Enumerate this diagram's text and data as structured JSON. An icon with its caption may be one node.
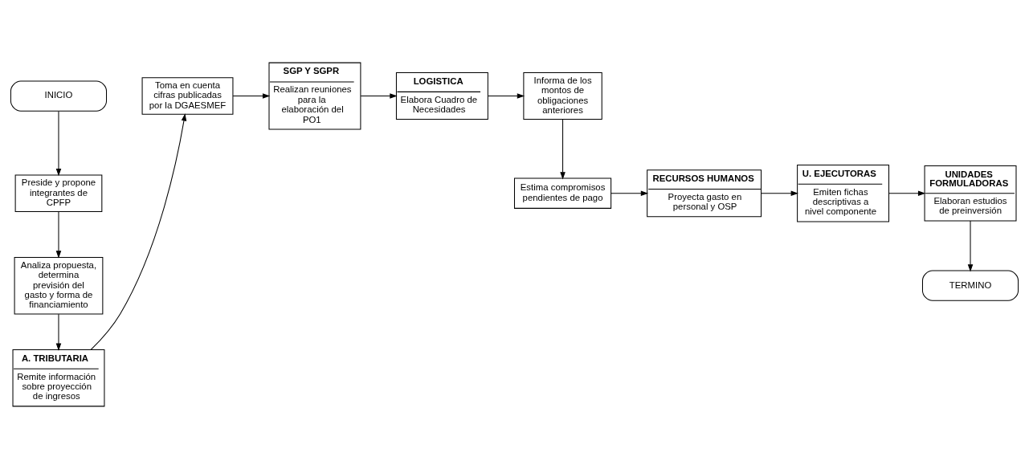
{
  "diagram": {
    "nodes": [
      {
        "text": [
          "INICIO"
        ]
      },
      {
        "text": [
          "Preside y propone integrantes de CPFP"
        ]
      },
      {
        "text": [
          "Analiza propuesta, determina previsión del gasto y forma de financiamiento"
        ]
      },
      {
        "text": [
          "A. TRIBUTARIA",
          "Remite información sobre proyección de ingresos"
        ]
      },
      {
        "text": [
          "Toma en cuenta cifras publicadas por la DGAESMEF"
        ]
      },
      {
        "text": [
          "SGP Y SGPR",
          "Realizan reuniones para la elaboración del PO1"
        ]
      },
      {
        "text": [
          "LOGISTICA",
          "Elabora Cuadro de Necesidades"
        ]
      },
      {
        "text": [
          "Informa de los montos de obligaciones anteriores"
        ]
      },
      {
        "text": [
          "Estima compromisos pendientes de pago"
        ]
      },
      {
        "text": [
          "RECURSOS HUMANOS",
          "Proyecta gasto en personal y OSP"
        ]
      },
      {
        "text": [
          "U. EJECUTORAS",
          "Emiten fichas descriptivas a nivel componente"
        ]
      },
      {
        "text": [
          "UNIDADES FORMULADORAS",
          "Elaboran estudios de preinversión"
        ]
      },
      {
        "text": [
          "TERMINO"
        ]
      }
    ],
    "edges": [
      {
        "from": 0,
        "to": 1,
        "arrow": "to"
      },
      {
        "from": 1,
        "to": 2,
        "arrow": "to"
      },
      {
        "from": 2,
        "to": 3,
        "arrow": "to"
      },
      {
        "from": 3,
        "to": 4,
        "arrow": "to"
      },
      {
        "from": 4,
        "to": 5,
        "arrow": "to"
      },
      {
        "from": 5,
        "to": 6,
        "arrow": "to"
      },
      {
        "from": 6,
        "to": 7,
        "arrow": "to"
      },
      {
        "from": 7,
        "to": 8,
        "arrow": "to"
      },
      {
        "from": 8,
        "to": 9,
        "arrow": "to"
      },
      {
        "from": 9,
        "to": 10,
        "arrow": "to"
      },
      {
        "from": 10,
        "to": 11,
        "arrow": "to"
      },
      {
        "from": 11,
        "to": 12,
        "arrow": "to"
      }
    ]
  }
}
